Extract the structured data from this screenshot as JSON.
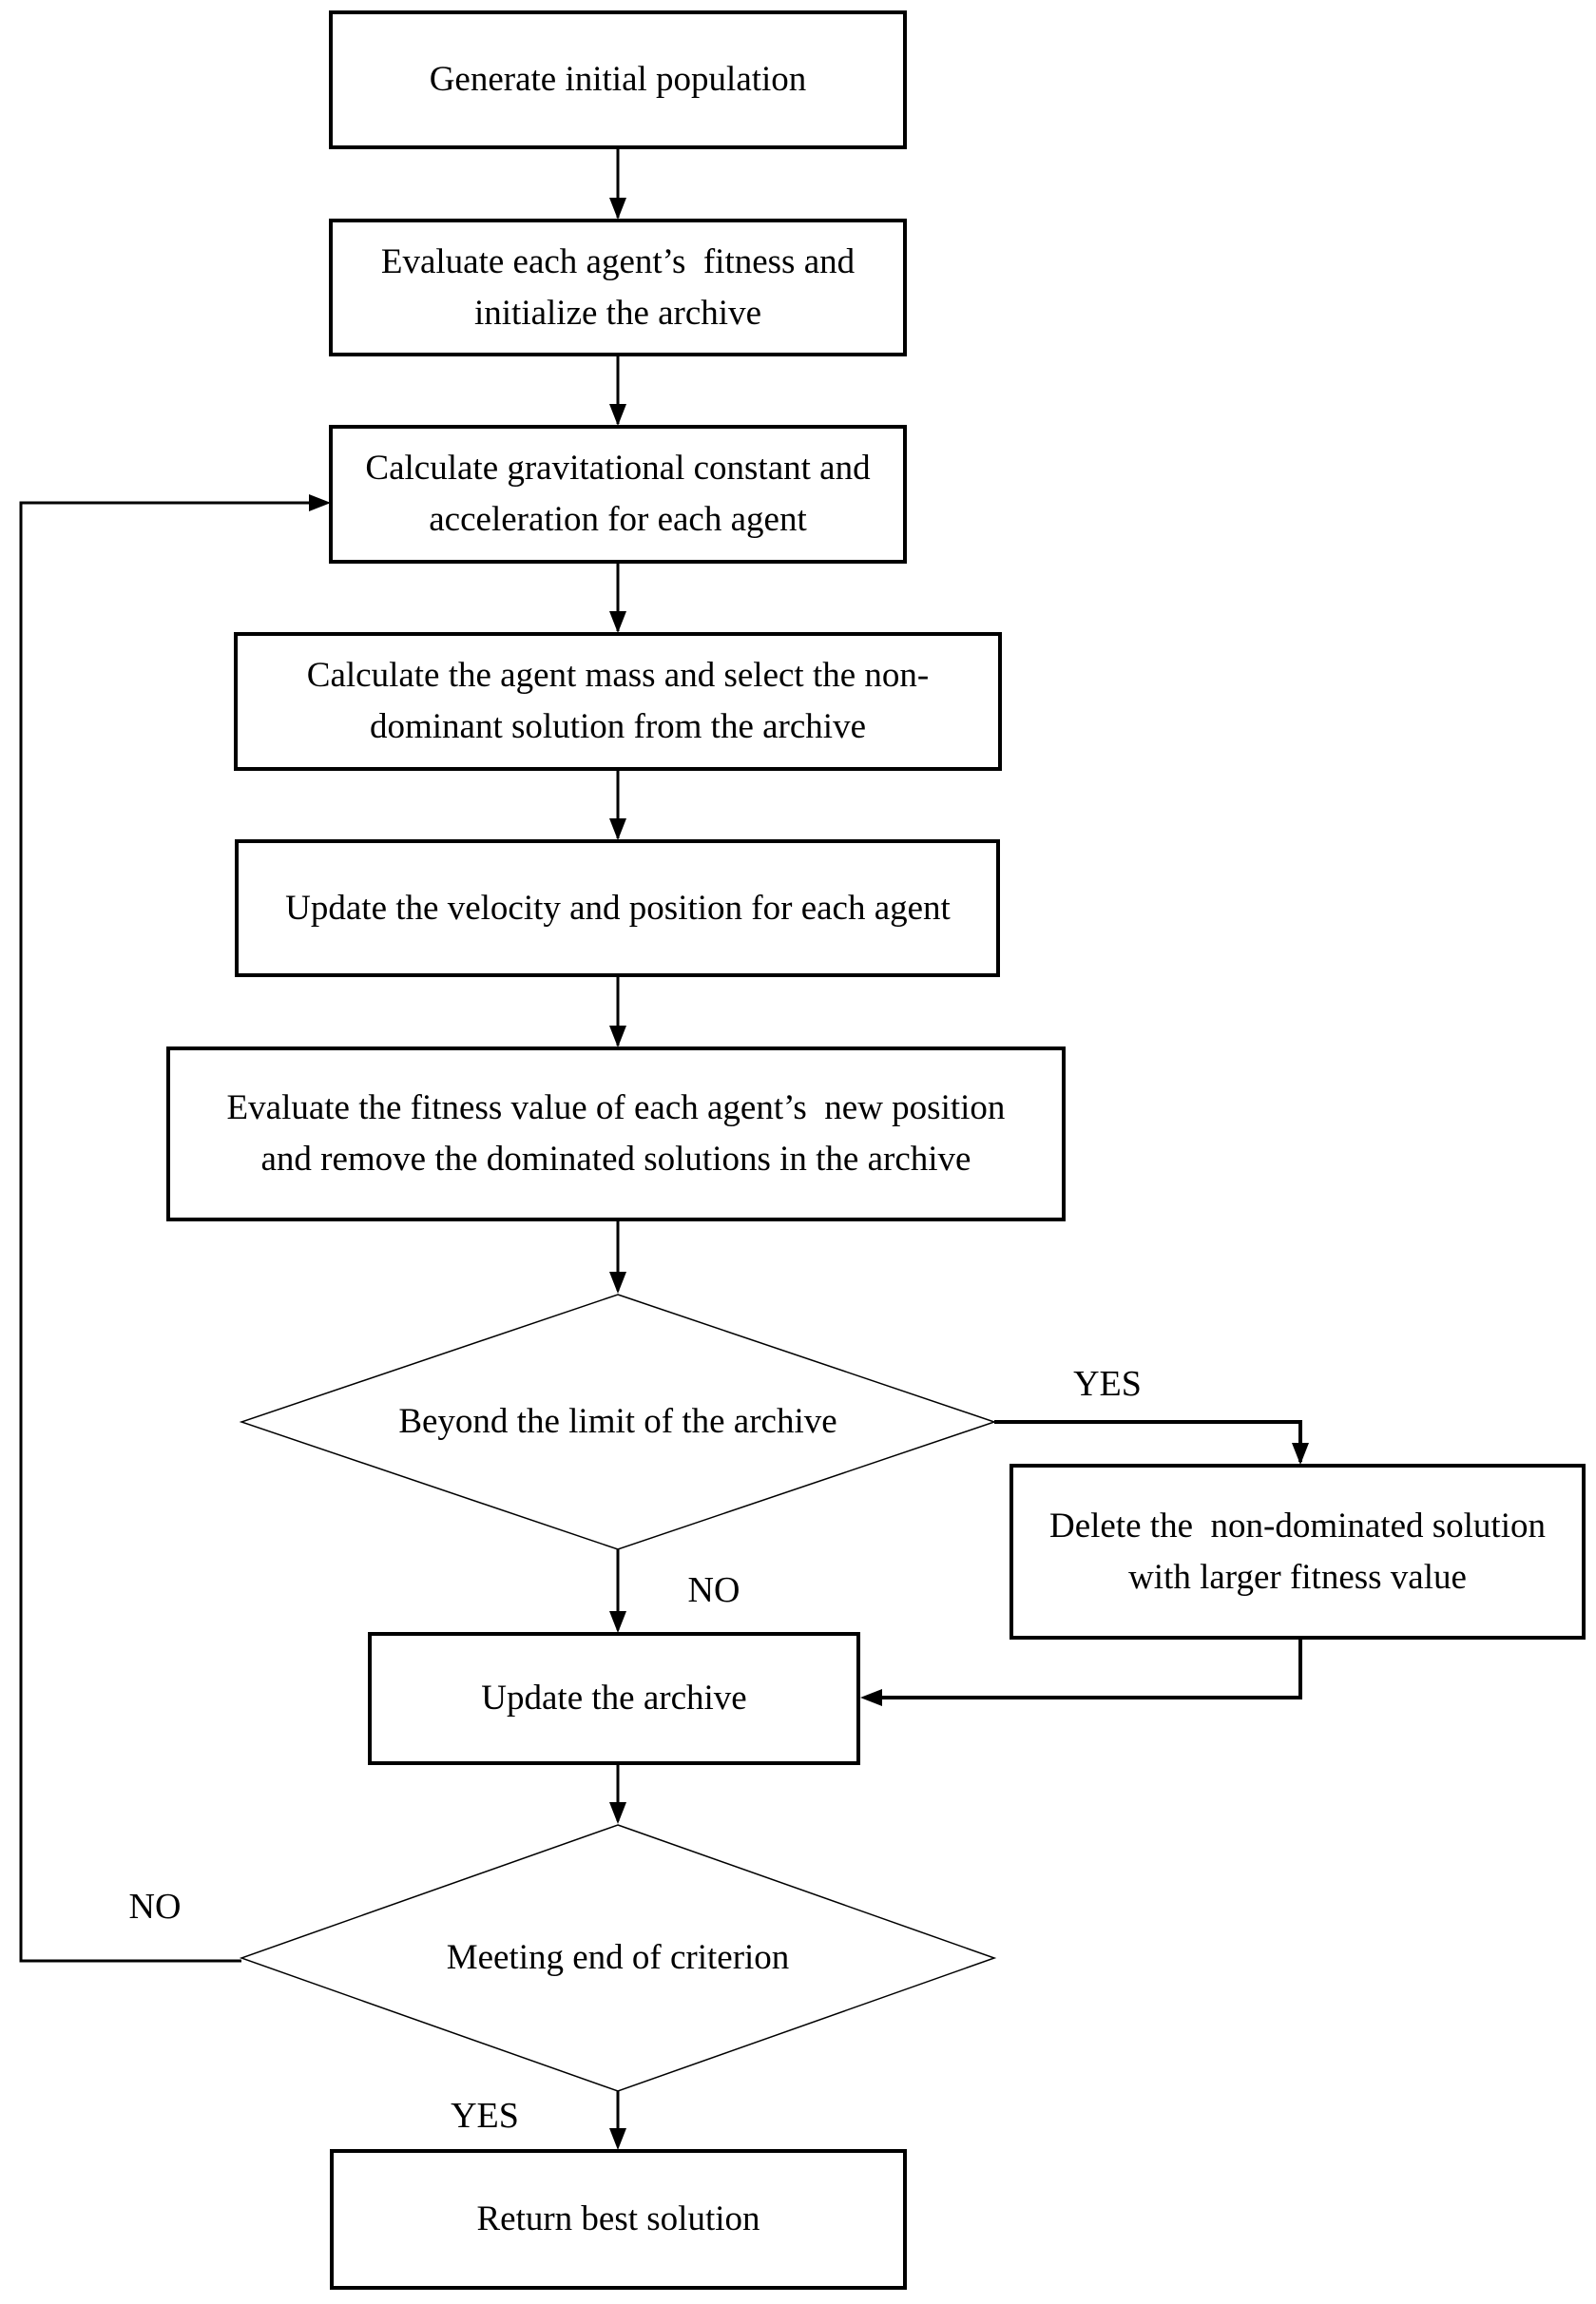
{
  "flowchart": {
    "background_color": "#ffffff",
    "ink_color": "#000000",
    "nodes": {
      "generate_initial_population": "Generate initial population",
      "evaluate_fitness_and_initialize_archive": "Evaluate each agent’s  fitness and\ninitialize the archive",
      "calculate_gravitational_constant": "Calculate gravitational constant and\nacceleration for each agent",
      "calculate_agent_mass": "Calculate the agent mass and select the non-\ndominant solution from the archive",
      "update_velocity_and_position": "Update the velocity and position for each agent",
      "evaluate_new_position": "Evaluate the fitness value of each agent’s  new position\nand remove the dominated solutions in the archive",
      "beyond_limit_of_archive": "Beyond the limit of the archive",
      "delete_non_dominated_solution": "Delete the  non-dominated solution\nwith larger fitness value",
      "update_the_archive": "Update the archive",
      "meeting_end_of_criterion": "Meeting end of criterion",
      "return_best_solution": "Return best solution"
    },
    "edge_labels": {
      "beyond_limit_yes": "YES",
      "beyond_limit_no": "NO",
      "meeting_end_no": "NO",
      "meeting_end_yes": "YES"
    }
  }
}
